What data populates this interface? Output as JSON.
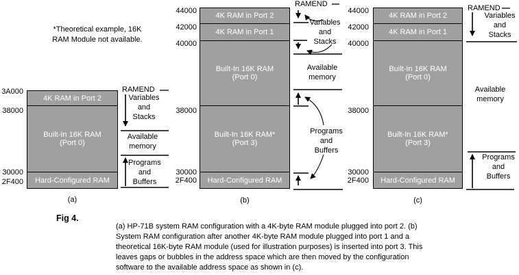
{
  "note": {
    "lines": [
      "*Theoretical example, 16K",
      "RAM Module not available."
    ]
  },
  "labels": {
    "ramend": "RAMEND",
    "variables_stacks": [
      "Variables",
      "and",
      "Stacks"
    ],
    "available_memory": [
      "Available",
      "memory"
    ],
    "programs_buffers": [
      "Programs",
      "and",
      "Buffers"
    ]
  },
  "diagram_a": {
    "caption": "(a)",
    "addresses": [
      "3A000",
      "38000",
      "30000",
      "2F400"
    ],
    "blocks": [
      [
        "4K RAM in Port 2"
      ],
      [
        "Built-In 16K RAM",
        "(Port 0)"
      ],
      [
        "Hard-Configured RAM"
      ]
    ]
  },
  "diagram_b": {
    "caption": "(b)",
    "addresses": [
      "44000",
      "42000",
      "40000",
      "38000",
      "30000",
      "2F400"
    ],
    "blocks": [
      [
        "4K RAM in Port 2"
      ],
      [
        "4K RAM in Port 1"
      ],
      [
        "Built-In 16K RAM",
        "(Port 0)"
      ],
      [
        "Built-In 16K RAM*",
        "(Port 3)"
      ],
      [
        "Hard-Configured RAM"
      ]
    ]
  },
  "diagram_c": {
    "caption": "(c)",
    "addresses": [
      "44000",
      "42000",
      "40000",
      "38000",
      "30000",
      "2F400"
    ],
    "blocks": [
      [
        "4K RAM in Port 2"
      ],
      [
        "4K RAM in Port 1"
      ],
      [
        "Built-In 16K RAM",
        "(Port 0)"
      ],
      [
        "Built-In 16K RAM*",
        "(Port 3)"
      ],
      [
        "Hard-Configured RAM"
      ]
    ]
  },
  "figure": {
    "label": "Fig 4.",
    "caption_lines": [
      "(a) HP-71B system RAM configuration with a 4K-byte RAM module plugged into port 2. (b)",
      "System RAM configuration after another 4K-byte RAM module plugged into port 1 and a",
      "theoretical 16K-byte RAM module (used for illustration purposes) is inserted into port 3. This",
      "leaves gaps or bubbles in the address space which are then moved by the configuration",
      "software to the available address space as shown in (c)."
    ]
  },
  "colors": {
    "block_fill": "#A0A0A0",
    "block_text": "#FFFFFF",
    "line": "#000000",
    "background": "#FFFFFF"
  }
}
